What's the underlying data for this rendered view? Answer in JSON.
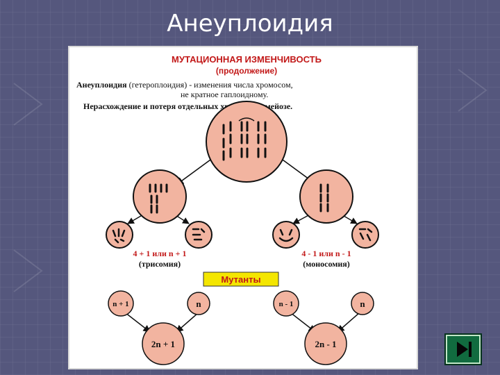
{
  "slide": {
    "title": "Анеуплоидия"
  },
  "figure": {
    "heading": "МУТАЦИОННАЯ ИЗМЕНЧИВОСТЬ",
    "subheading": "(продолжение)",
    "definition_term": "Анеуплоидия",
    "definition_rest": " (гетероплоидия) - изменения числа хромосом,",
    "definition_line2": "не кратное гаплоидному.",
    "mechanism": "Нерасхождение и потеря отдельных хромосом в мейозе.",
    "trisomy_formula": "4 + 1 или n + 1",
    "trisomy_label": "(трисомия)",
    "monosomy_formula": "4 - 1 или n - 1",
    "monosomy_label": "(моносомия)",
    "mutants_label": "Мутанты",
    "gamete_n_plus_1": "n + 1",
    "gamete_n_left": "n",
    "gamete_n_minus_1": "n - 1",
    "gamete_n_right": "n",
    "zygote_trisomy": "2n + 1",
    "zygote_monosomy": "2n - 1"
  },
  "colors": {
    "background": "#55577d",
    "cell_fill": "#f2b4a0",
    "label_red": "#c21818",
    "mutants_box": "#f4e600",
    "nav_green": "#116b3f"
  },
  "icons": {
    "nav": "skip-to-end-icon"
  }
}
